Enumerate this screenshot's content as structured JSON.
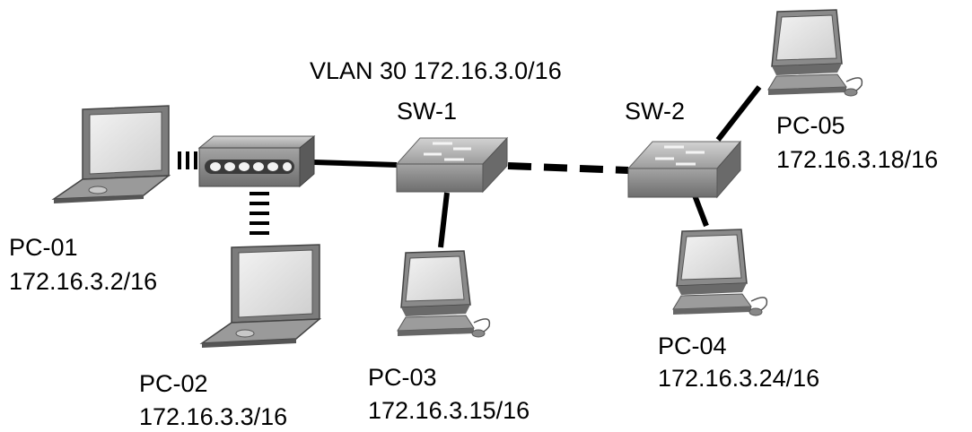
{
  "vlan_label": "VLAN 30 172.16.3.0/16",
  "switches": [
    {
      "id": "sw1",
      "label": "SW-1"
    },
    {
      "id": "sw2",
      "label": "SW-2"
    }
  ],
  "devices": [
    {
      "id": "pc01",
      "type": "laptop",
      "name": "PC-01",
      "ip": "172.16.3.2/16"
    },
    {
      "id": "pc02",
      "type": "laptop",
      "name": "PC-02",
      "ip": "172.16.3.3/16"
    },
    {
      "id": "pc03",
      "type": "desktop",
      "name": "PC-03",
      "ip": "172.16.3.15/16"
    },
    {
      "id": "pc04",
      "type": "desktop",
      "name": "PC-04",
      "ip": "172.16.3.24/16"
    },
    {
      "id": "pc05",
      "type": "desktop",
      "name": "PC-05",
      "ip": "172.16.3.18/16"
    }
  ],
  "hub": {
    "type": "hub"
  },
  "links": [
    {
      "from": "pc01",
      "to": "hub",
      "style": "wireless"
    },
    {
      "from": "pc02",
      "to": "hub",
      "style": "wireless"
    },
    {
      "from": "hub",
      "to": "sw1",
      "style": "solid"
    },
    {
      "from": "sw1",
      "to": "pc03",
      "style": "solid"
    },
    {
      "from": "sw1",
      "to": "sw2",
      "style": "dashed"
    },
    {
      "from": "sw2",
      "to": "pc04",
      "style": "solid"
    },
    {
      "from": "sw2",
      "to": "pc05",
      "style": "solid"
    }
  ]
}
